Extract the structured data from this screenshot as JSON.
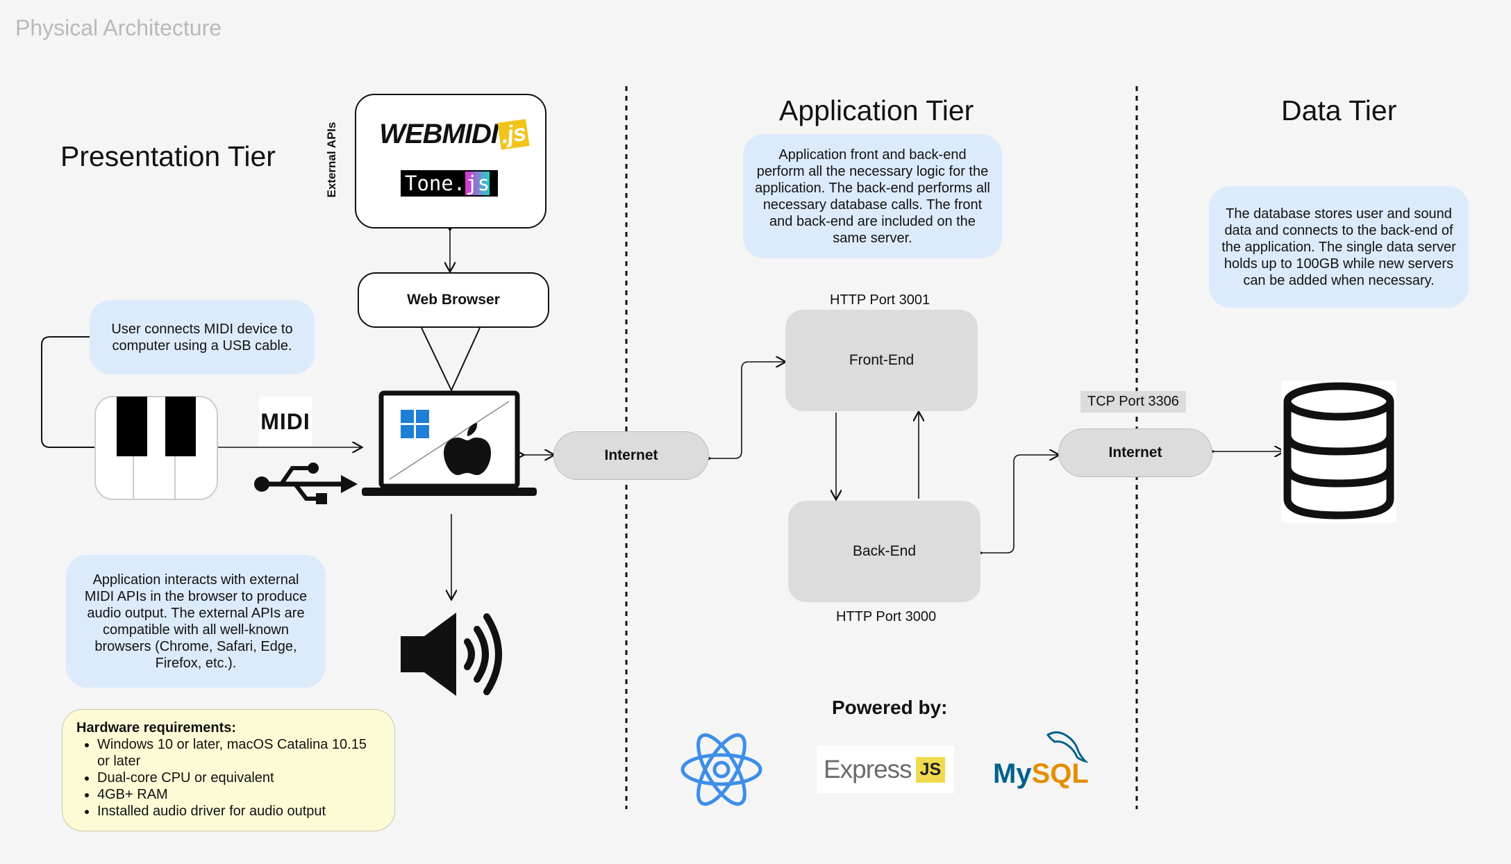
{
  "page_title": "Physical Architecture",
  "tiers": {
    "presentation": "Presentation Tier",
    "application": "Application Tier",
    "data": "Data Tier"
  },
  "notes": {
    "midi_device": "User connects MIDI device to computer using a USB cable.",
    "external_apis": "Application interacts with external MIDI APIs in the browser to produce audio output. The external APIs are compatible with all well-known browsers (Chrome, Safari, Edge, Firefox, etc.).",
    "application": "Application front and back-end perform all the necessary logic for the application. The back-end performs all necessary database calls. The front and back-end are included on the same server.",
    "data": "The database stores user and sound data and connects to the back-end of the application. The single data server holds up to 100GB while new servers can be added when necessary."
  },
  "external_apis": {
    "label": "External APIs",
    "webmidi": "WEBMIDI",
    "webmidi_js": ".js",
    "tone": "Tone.",
    "tone_js": "js"
  },
  "web_browser": "Web Browser",
  "midi_logo": "MIDI",
  "internet_left": "Internet",
  "internet_right": "Internet",
  "front_end": "Front-End",
  "back_end": "Back-End",
  "ports": {
    "http_front": "HTTP Port 3001",
    "http_back": "HTTP Port 3000",
    "tcp": "TCP Port 3306"
  },
  "hardware": {
    "title": "Hardware requirements:",
    "items": [
      "Windows 10 or later, macOS Catalina 10.15 or later",
      "Dual-core CPU or equivalent",
      "4GB+ RAM",
      "Installed audio driver for audio output"
    ]
  },
  "powered_by": {
    "label": "Powered by:",
    "express": "Express",
    "express_js": "JS",
    "mysql_my": "My",
    "mysql_sql": "SQL"
  }
}
